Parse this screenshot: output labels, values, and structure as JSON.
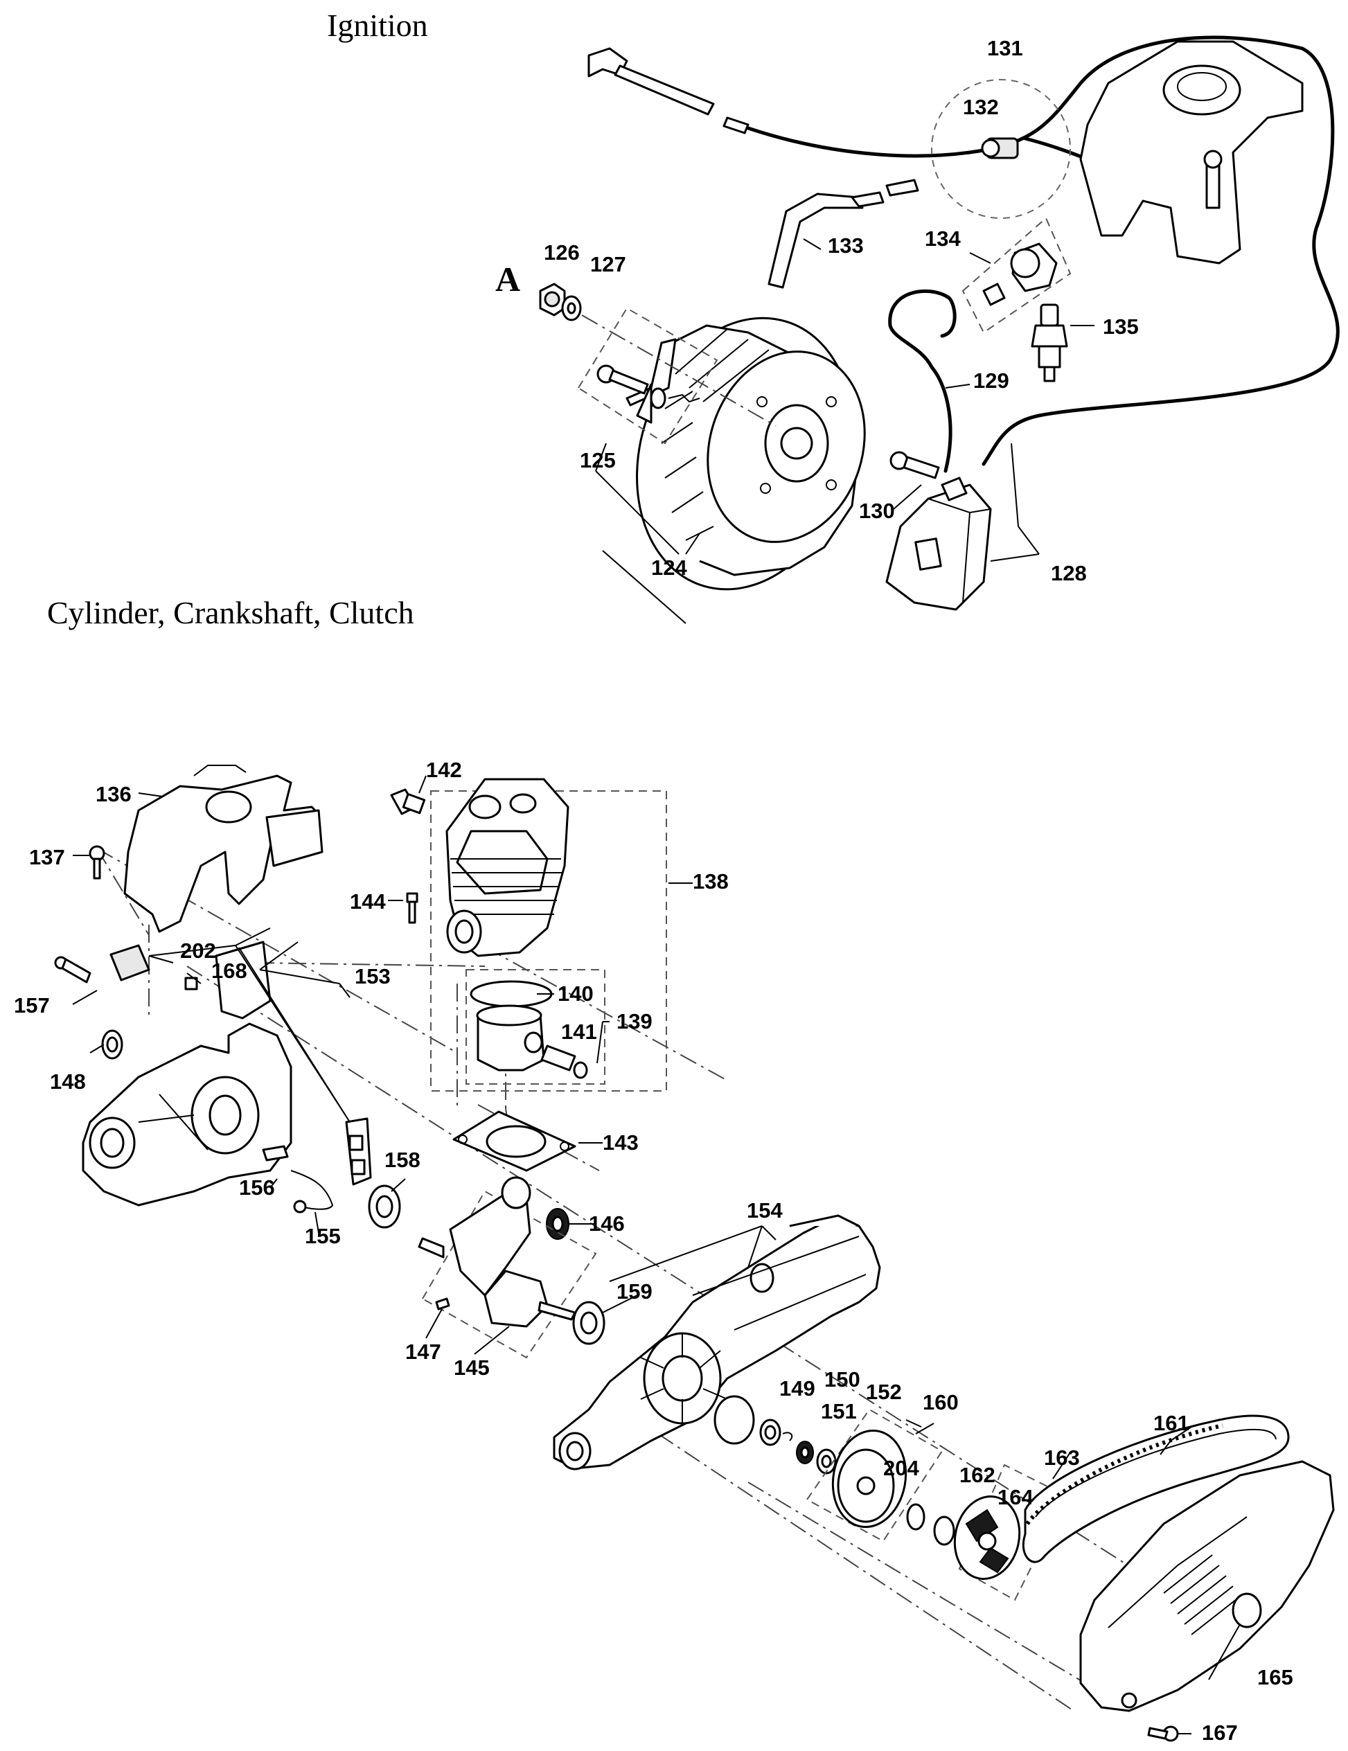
{
  "sections": {
    "ignition_title": "Ignition",
    "cylinder_title": "Cylinder, Crankshaft, Clutch"
  },
  "marker_a": "A",
  "callouts": {
    "c124": "124",
    "c125": "125",
    "c126": "126",
    "c127": "127",
    "c128": "128",
    "c129": "129",
    "c130": "130",
    "c131": "131",
    "c132": "132",
    "c133": "133",
    "c134": "134",
    "c135": "135",
    "c136": "136",
    "c137": "137",
    "c138": "138",
    "c139": "139",
    "c140": "140",
    "c141": "141",
    "c142": "142",
    "c143": "143",
    "c144": "144",
    "c145": "145",
    "c146": "146",
    "c147": "147",
    "c148": "148",
    "c149": "149",
    "c150": "150",
    "c151": "151",
    "c152": "152",
    "c153": "153",
    "c154": "154",
    "c155": "155",
    "c156": "156",
    "c157": "157",
    "c158": "158",
    "c159": "159",
    "c160": "160",
    "c161": "161",
    "c162": "162",
    "c163": "163",
    "c164": "164",
    "c165": "165",
    "c167": "167",
    "c168": "168",
    "c202": "202",
    "c204": "204"
  }
}
